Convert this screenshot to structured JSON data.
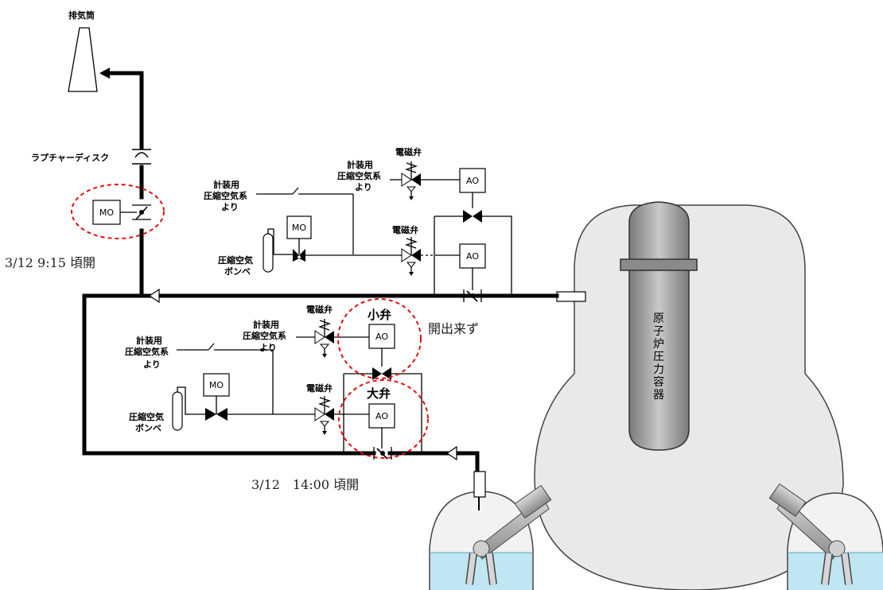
{
  "labels": {
    "stack": "排気筒",
    "rupture_disk": "ラプチャーディスク",
    "instrument_air_1": "計装用",
    "instrument_air_2": "圧縮空気系",
    "instrument_air_3": "より",
    "solenoid": "電磁弁",
    "cylinder_1": "圧縮空気",
    "cylinder_2": "ボンベ",
    "small_valve": "小弁",
    "large_valve": "大弁",
    "cannot_open": "開出来ず",
    "rpv_chars": [
      "原",
      "子",
      "炉",
      "圧",
      "力",
      "容",
      "器"
    ]
  },
  "annotations": {
    "mo_open_time": "3/12 9:15 頃開",
    "large_valve_open_time": "3/12　14:00 頃開"
  },
  "boxes": {
    "mo": "MO",
    "ao": "AO"
  },
  "colors": {
    "highlight": "#e01010",
    "water": "#bfe6f2",
    "vessel_fill": "#e9e9e9",
    "rpv_fill": "#9a9a9a"
  }
}
